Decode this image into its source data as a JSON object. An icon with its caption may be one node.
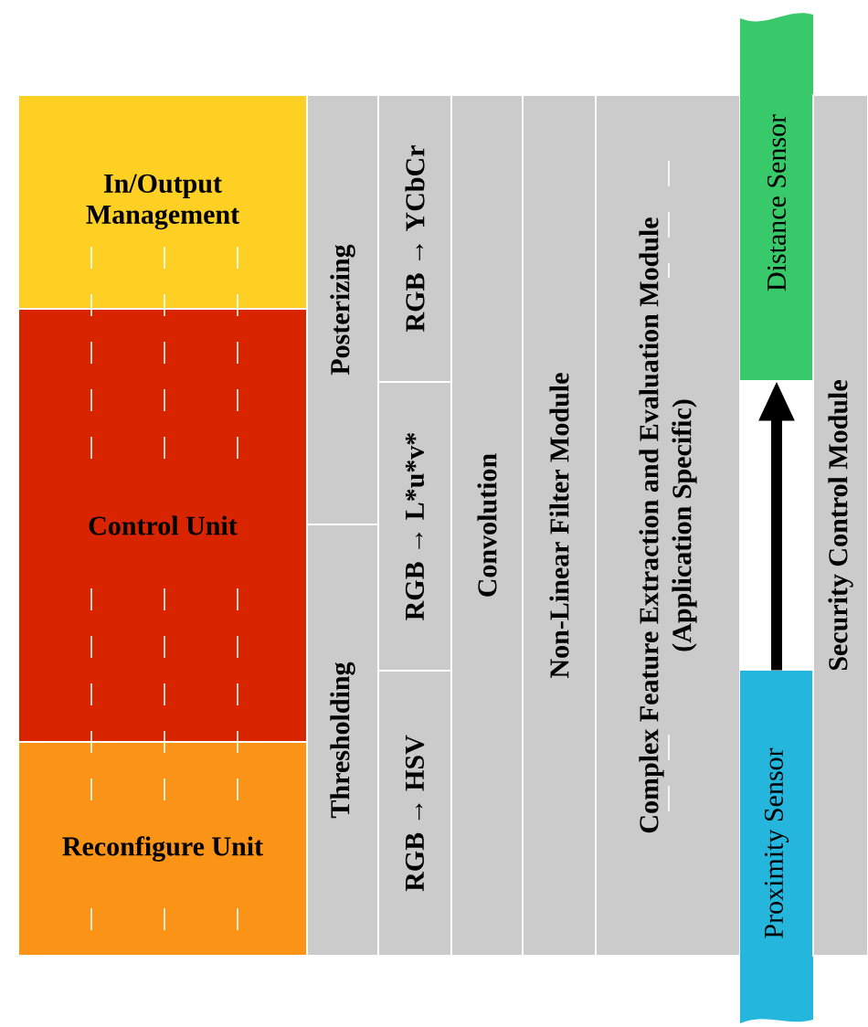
{
  "diagram": {
    "nodes": [
      {
        "text": [
          "In/Output Management"
        ]
      },
      {
        "text": [
          "Control Unit"
        ]
      },
      {
        "text": [
          "Reconfigure Unit"
        ]
      },
      {
        "text": [
          "Posterizing"
        ]
      },
      {
        "text": [
          "Thresholding"
        ]
      },
      {
        "text": [
          "RGB → YCbCr"
        ]
      },
      {
        "text": [
          "RGB → L*u*v*"
        ]
      },
      {
        "text": [
          "RGB → HSV"
        ]
      },
      {
        "text": [
          "Convolution"
        ]
      },
      {
        "text": [
          "Non-Linear Filter Module"
        ]
      },
      {
        "text": [
          "Complex Feature Extraction and Evaluation Module (Application Specific)"
        ]
      },
      {
        "text": [
          "Distance Sensor"
        ]
      },
      {
        "text": [
          "Proximity Sensor"
        ]
      },
      {
        "text": [
          "Security Control Module"
        ]
      }
    ],
    "edges": [
      {
        "from": 12,
        "to": 11,
        "arrow": "to"
      }
    ]
  }
}
